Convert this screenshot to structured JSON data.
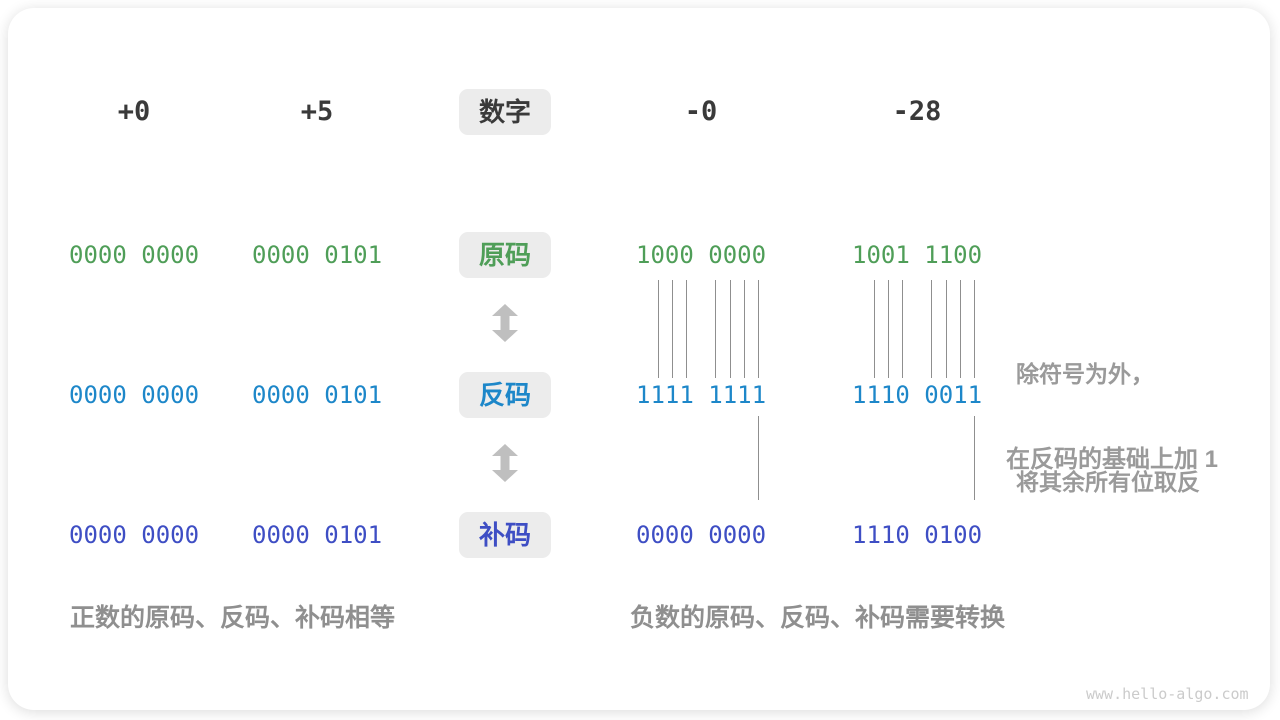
{
  "header": {
    "labels": [
      "+0",
      "+5",
      "-0",
      "-28"
    ],
    "center_badge": "数字"
  },
  "rows": [
    {
      "label": "原码",
      "color": "#4F9E58",
      "values": [
        "0000 0000",
        "0000 0101",
        "1000 0000",
        "1001 1100"
      ]
    },
    {
      "label": "反码",
      "color": "#1D87C9",
      "values": [
        "0000 0000",
        "0000 0101",
        "1111 1111",
        "1110 0011"
      ]
    },
    {
      "label": "补码",
      "color": "#3E4EC4",
      "values": [
        "0000 0000",
        "0000 0101",
        "0000 0000",
        "1110 0100"
      ]
    }
  ],
  "annotations": {
    "invert_line1": "除符号为外，",
    "invert_line2": "将其余所有位取反",
    "add_one": "在反码的基础上加 1"
  },
  "captions": {
    "positive": "正数的原码、反码、补码相等",
    "negative": "负数的原码、反码、补码需要转换"
  },
  "watermark": "www.hello-algo.com",
  "colors": {
    "header_text": "#3A3A3A",
    "badge_background": "#ECECEC",
    "annotation_gray": "#9A9A9A",
    "caption_gray": "#8F8F8F",
    "connector_line": "#8F8F8F",
    "arrow_gray": "#BFBFBF"
  }
}
